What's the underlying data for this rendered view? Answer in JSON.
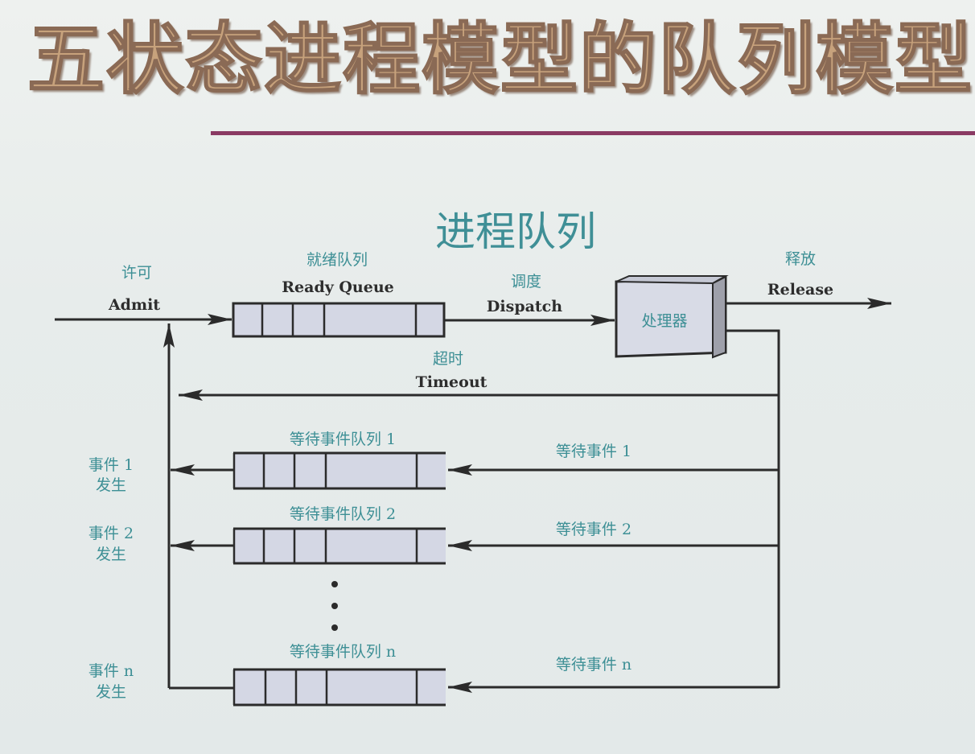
{
  "slide": {
    "title": "五状态进程模型的队列模型"
  },
  "diagram": {
    "title": "进程队列",
    "admit_cn": "许可",
    "admit_en": "Admit",
    "ready_queue_cn": "就绪队列",
    "ready_queue_en": "Ready Queue",
    "dispatch_cn": "调度",
    "dispatch_en": "Dispatch",
    "processor": "处理器",
    "release_cn": "释放",
    "release_en": "Release",
    "timeout_cn": "超时",
    "timeout_en": "Timeout",
    "wait_queues": [
      {
        "queue_label": "等待事件队列 1",
        "event_label": "等待事件 1",
        "occur_line1": "事件 1",
        "occur_line2": "发生"
      },
      {
        "queue_label": "等待事件队列 2",
        "event_label": "等待事件 2",
        "occur_line1": "事件 2",
        "occur_line2": "发生"
      },
      {
        "queue_label": "等待事件队列 n",
        "event_label": "等待事件 n",
        "occur_line1": "事件 n",
        "occur_line2": "发生"
      }
    ]
  },
  "colors": {
    "title_fill": "#c7a27c",
    "rule": "#8a3a63",
    "teal_text": "#3d8f95",
    "queue_fill": "#d4d7e4",
    "processor_fill": "#d8dbe6"
  }
}
